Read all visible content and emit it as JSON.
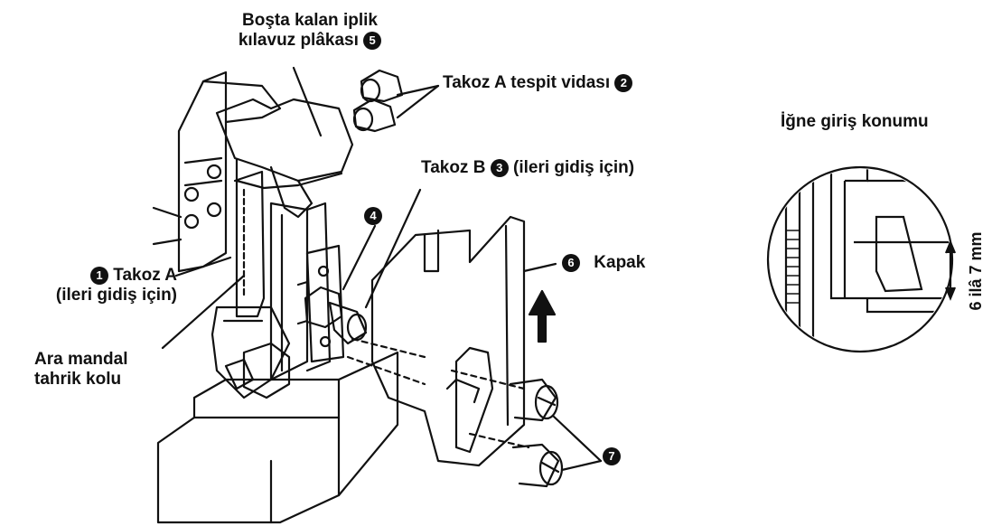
{
  "labels": {
    "idle_thread_plate_l1": "Boşta kalan iplik",
    "idle_thread_plate_l2": "kılavuz plâkası",
    "idle_thread_plate_num": "5",
    "block_a_screw": "Takoz A tespit vidası",
    "block_a_screw_num": "2",
    "block_b": "Takoz B",
    "block_b_num": "3",
    "block_b_note": "(ileri gidiş için)",
    "num_4": "4",
    "cover": "Kapak",
    "cover_num": "6",
    "block_a": "Takoz A",
    "block_a_num": "1",
    "block_a_note": "(ileri gidiş için)",
    "lever_l1": "Ara mandal",
    "lever_l2": "tahrik kolu",
    "num_7": "7",
    "needle_position": "İğne giriş konumu",
    "dimension": "6 ilâ 7 mm"
  }
}
